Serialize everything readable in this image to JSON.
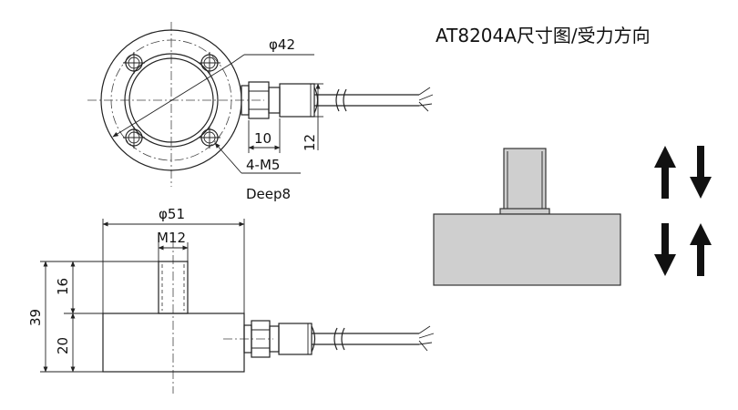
{
  "title": "AT8204A尺寸图/受力方向",
  "top_view": {
    "diameter_label": "φ42",
    "dim_10": "10",
    "dim_12": "12",
    "hole_label": "4-M5",
    "depth_label": "Deep8"
  },
  "side_view": {
    "diameter_label": "φ51",
    "thread_label": "M12",
    "dim_16": "16",
    "dim_39": "39",
    "dim_20": "20"
  },
  "force_diagram": {
    "icons": [
      "up-arrow-icon",
      "down-arrow-icon",
      "down-arrow-icon",
      "up-arrow-icon"
    ]
  }
}
